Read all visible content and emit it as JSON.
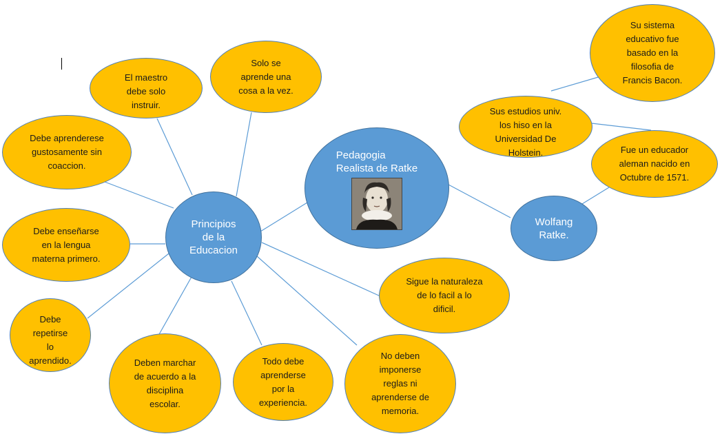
{
  "center_principles": "Principios\nde la\nEducacion",
  "center_ratke": "Pedagogia\nRealista de Ratke",
  "node_wolfang": "Wolfang\nRatke.",
  "principles": [
    "Solo se\naprende una\ncosa a la vez.",
    "El maestro\ndebe solo\ninstruir.",
    "Debe aprenderese\ngustosamente sin\ncoaccion.",
    "Debe enseñarse\nen la lengua\nmaterna primero.",
    "Debe\nrepetirse\nlo\naprendido.",
    "Deben marchar\nde acuerdo a la\ndisciplina\nescolar.",
    "Todo debe\naprenderse\npor la\nexperiencia.",
    "No deben\nimponerse\nreglas ni\naprenderse de\nmemoria.",
    "Sigue la naturaleza\nde lo facil a lo\ndificil."
  ],
  "ratke_facts": [
    "Su sistema\neducativo fue\nbasado en la\nfilosofia de\nFrancis Bacon.",
    "Sus estudios univ.\nlos hiso en la\nUniversidad De\nHolstein.",
    "Fue un educador\naleman nacido en\nOctubre de 1571."
  ],
  "colors": {
    "orange_fill": "#FFC000",
    "blue_fill": "#5B9BD5",
    "connector": "#5B9BD5",
    "node_border": "#4F7FB8"
  },
  "portrait_icon": "portrait-of-ratke"
}
